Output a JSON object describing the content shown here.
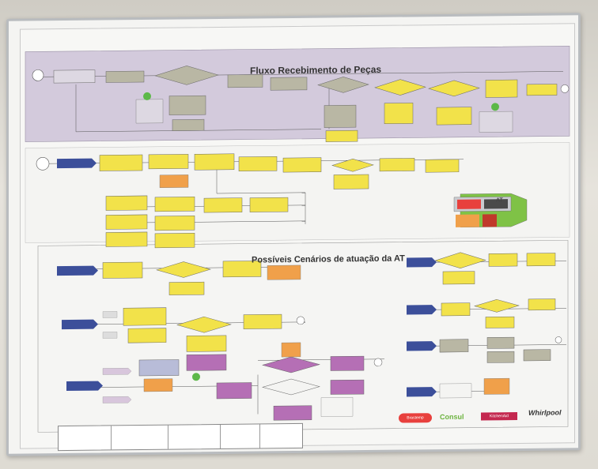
{
  "poster": {
    "title_top": "Fluxo Recebimento de Peças",
    "title_bottom": "Possíveis Cenários de atuação da AT",
    "at_label": "AT"
  },
  "logos": {
    "brastemp": "Brastemp",
    "consul": "Consul",
    "kitchenaid": "KitchenAid",
    "whirlpool": "Whirlpool"
  },
  "colors": {
    "flow_yellow": "#f2e24a",
    "flow_gray": "#b9b7a4",
    "flow_blue": "#3c4f9a",
    "flow_purple": "#b56fb5",
    "flow_orange": "#f0a04a",
    "band_purple": "#cfc6d8"
  }
}
